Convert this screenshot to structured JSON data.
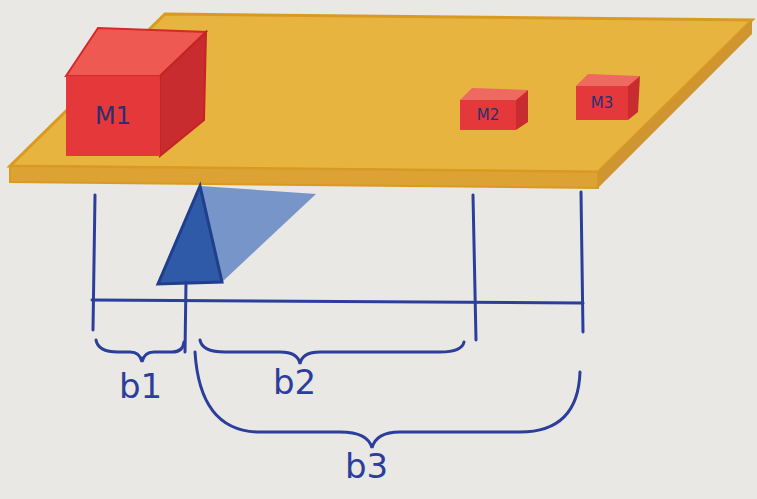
{
  "diagram": {
    "nodes": [
      {
        "text": [
          "M1"
        ]
      },
      {
        "text": [
          "M2"
        ]
      },
      {
        "text": [
          "M3"
        ]
      }
    ],
    "labels": [
      "b1",
      "b2",
      "b3"
    ]
  }
}
